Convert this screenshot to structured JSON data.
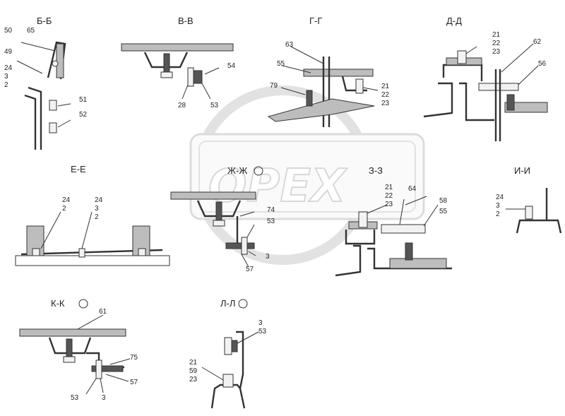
{
  "watermark": "OPEX",
  "sections": {
    "bb": "Б-Б",
    "vv": "В-В",
    "gg": "Г-Г",
    "dd": "Д-Д",
    "ee": "Е-Е",
    "zhzh": "Ж-Ж",
    "zz": "З-З",
    "ii": "И-И",
    "kk": "К-К",
    "ll": "Л-Л"
  },
  "labels": {
    "bb": [
      "50",
      "65",
      "49",
      "24",
      "3",
      "2",
      "51",
      "52"
    ],
    "vv": [
      "54",
      "28",
      "53"
    ],
    "gg": [
      "63",
      "55",
      "79",
      "21",
      "22",
      "23"
    ],
    "dd": [
      "21",
      "22",
      "23",
      "62",
      "56"
    ],
    "ee": [
      "24",
      "2",
      "24",
      "3",
      "2"
    ],
    "zhzh": [
      "74",
      "53",
      "3",
      "57"
    ],
    "zz": [
      "21",
      "22",
      "23",
      "64",
      "58",
      "55"
    ],
    "ii": [
      "24",
      "3",
      "2"
    ],
    "kk": [
      "61",
      "75",
      "57",
      "53",
      "3"
    ],
    "ll": [
      "3",
      "53",
      "21",
      "59",
      "23"
    ]
  }
}
